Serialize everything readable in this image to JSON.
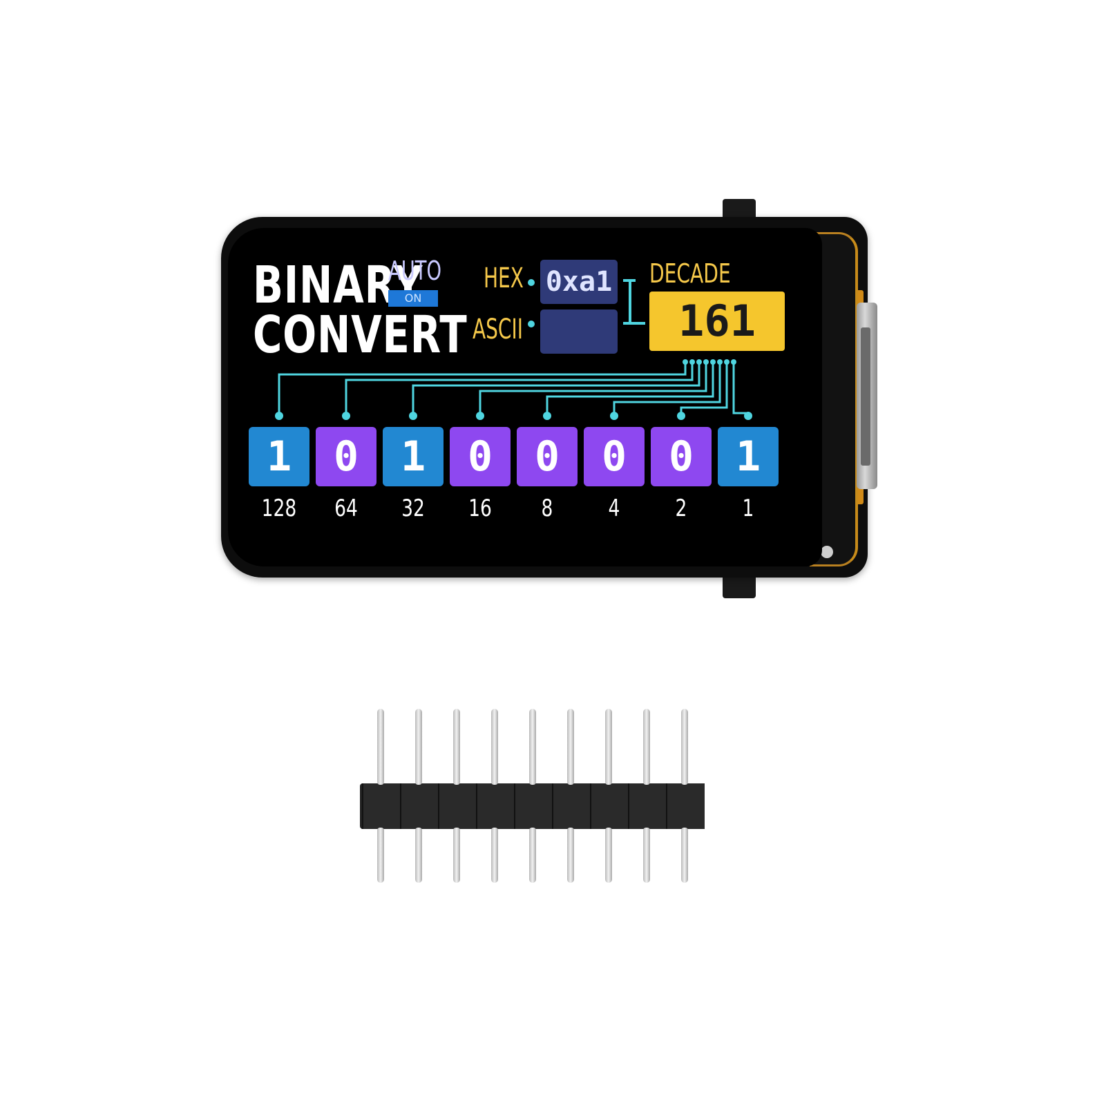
{
  "screen": {
    "title_line1": "BINARY",
    "title_line2": "CONVERT",
    "auto_label": "AUTO",
    "auto_state": "ON",
    "hex_label": "HEX",
    "hex_value": "0xa1",
    "ascii_label": "ASCII",
    "ascii_value": "",
    "decade_label": "DECADE",
    "decade_value": "161",
    "bits": [
      {
        "value": "1",
        "weight": "128",
        "on": true
      },
      {
        "value": "0",
        "weight": "64",
        "on": false
      },
      {
        "value": "1",
        "weight": "32",
        "on": true
      },
      {
        "value": "0",
        "weight": "16",
        "on": false
      },
      {
        "value": "0",
        "weight": "8",
        "on": false
      },
      {
        "value": "0",
        "weight": "4",
        "on": false
      },
      {
        "value": "0",
        "weight": "2",
        "on": false
      },
      {
        "value": "1",
        "weight": "1",
        "on": true
      }
    ]
  },
  "colors": {
    "bit_on": "#2288d2",
    "bit_off": "#8e48f0",
    "decade_bg": "#f5c62d",
    "label_gold": "#f5c84a",
    "wire_cyan": "#4fd5e0",
    "hex_box": "#2f3a78"
  },
  "pin_header": {
    "pin_count": 9
  }
}
